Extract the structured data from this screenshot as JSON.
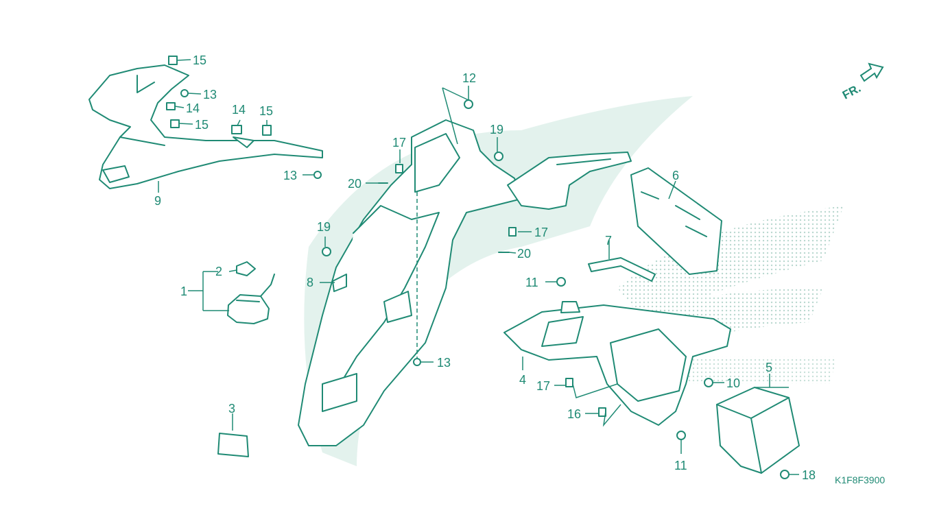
{
  "diagram": {
    "code": "K1F8F3900",
    "direction_label": "FR.",
    "colors": {
      "line": "#1f8a74",
      "fill": "#ffffff",
      "wash": "#d7ede6",
      "dots": "#b9d8cf"
    },
    "callouts": [
      {
        "id": "c15a",
        "text": "15"
      },
      {
        "id": "c13a",
        "text": "13"
      },
      {
        "id": "c14a",
        "text": "14"
      },
      {
        "id": "c15b",
        "text": "15"
      },
      {
        "id": "c14b",
        "text": "14"
      },
      {
        "id": "c15c",
        "text": "15"
      },
      {
        "id": "c13b",
        "text": "13"
      },
      {
        "id": "c9",
        "text": "9"
      },
      {
        "id": "c12",
        "text": "12"
      },
      {
        "id": "c17a",
        "text": "17"
      },
      {
        "id": "c19a",
        "text": "19"
      },
      {
        "id": "c20a",
        "text": "20"
      },
      {
        "id": "c6",
        "text": "6"
      },
      {
        "id": "c17b",
        "text": "17"
      },
      {
        "id": "c19b",
        "text": "19"
      },
      {
        "id": "c20b",
        "text": "20"
      },
      {
        "id": "c2",
        "text": "2"
      },
      {
        "id": "c1",
        "text": "1"
      },
      {
        "id": "c8",
        "text": "8"
      },
      {
        "id": "c7",
        "text": "7"
      },
      {
        "id": "c11a",
        "text": "11"
      },
      {
        "id": "c13c",
        "text": "13"
      },
      {
        "id": "c4",
        "text": "4"
      },
      {
        "id": "c5",
        "text": "5"
      },
      {
        "id": "c10",
        "text": "10"
      },
      {
        "id": "c17c",
        "text": "17"
      },
      {
        "id": "c16",
        "text": "16"
      },
      {
        "id": "c3",
        "text": "3"
      },
      {
        "id": "c11b",
        "text": "11"
      },
      {
        "id": "c18",
        "text": "18"
      }
    ]
  }
}
